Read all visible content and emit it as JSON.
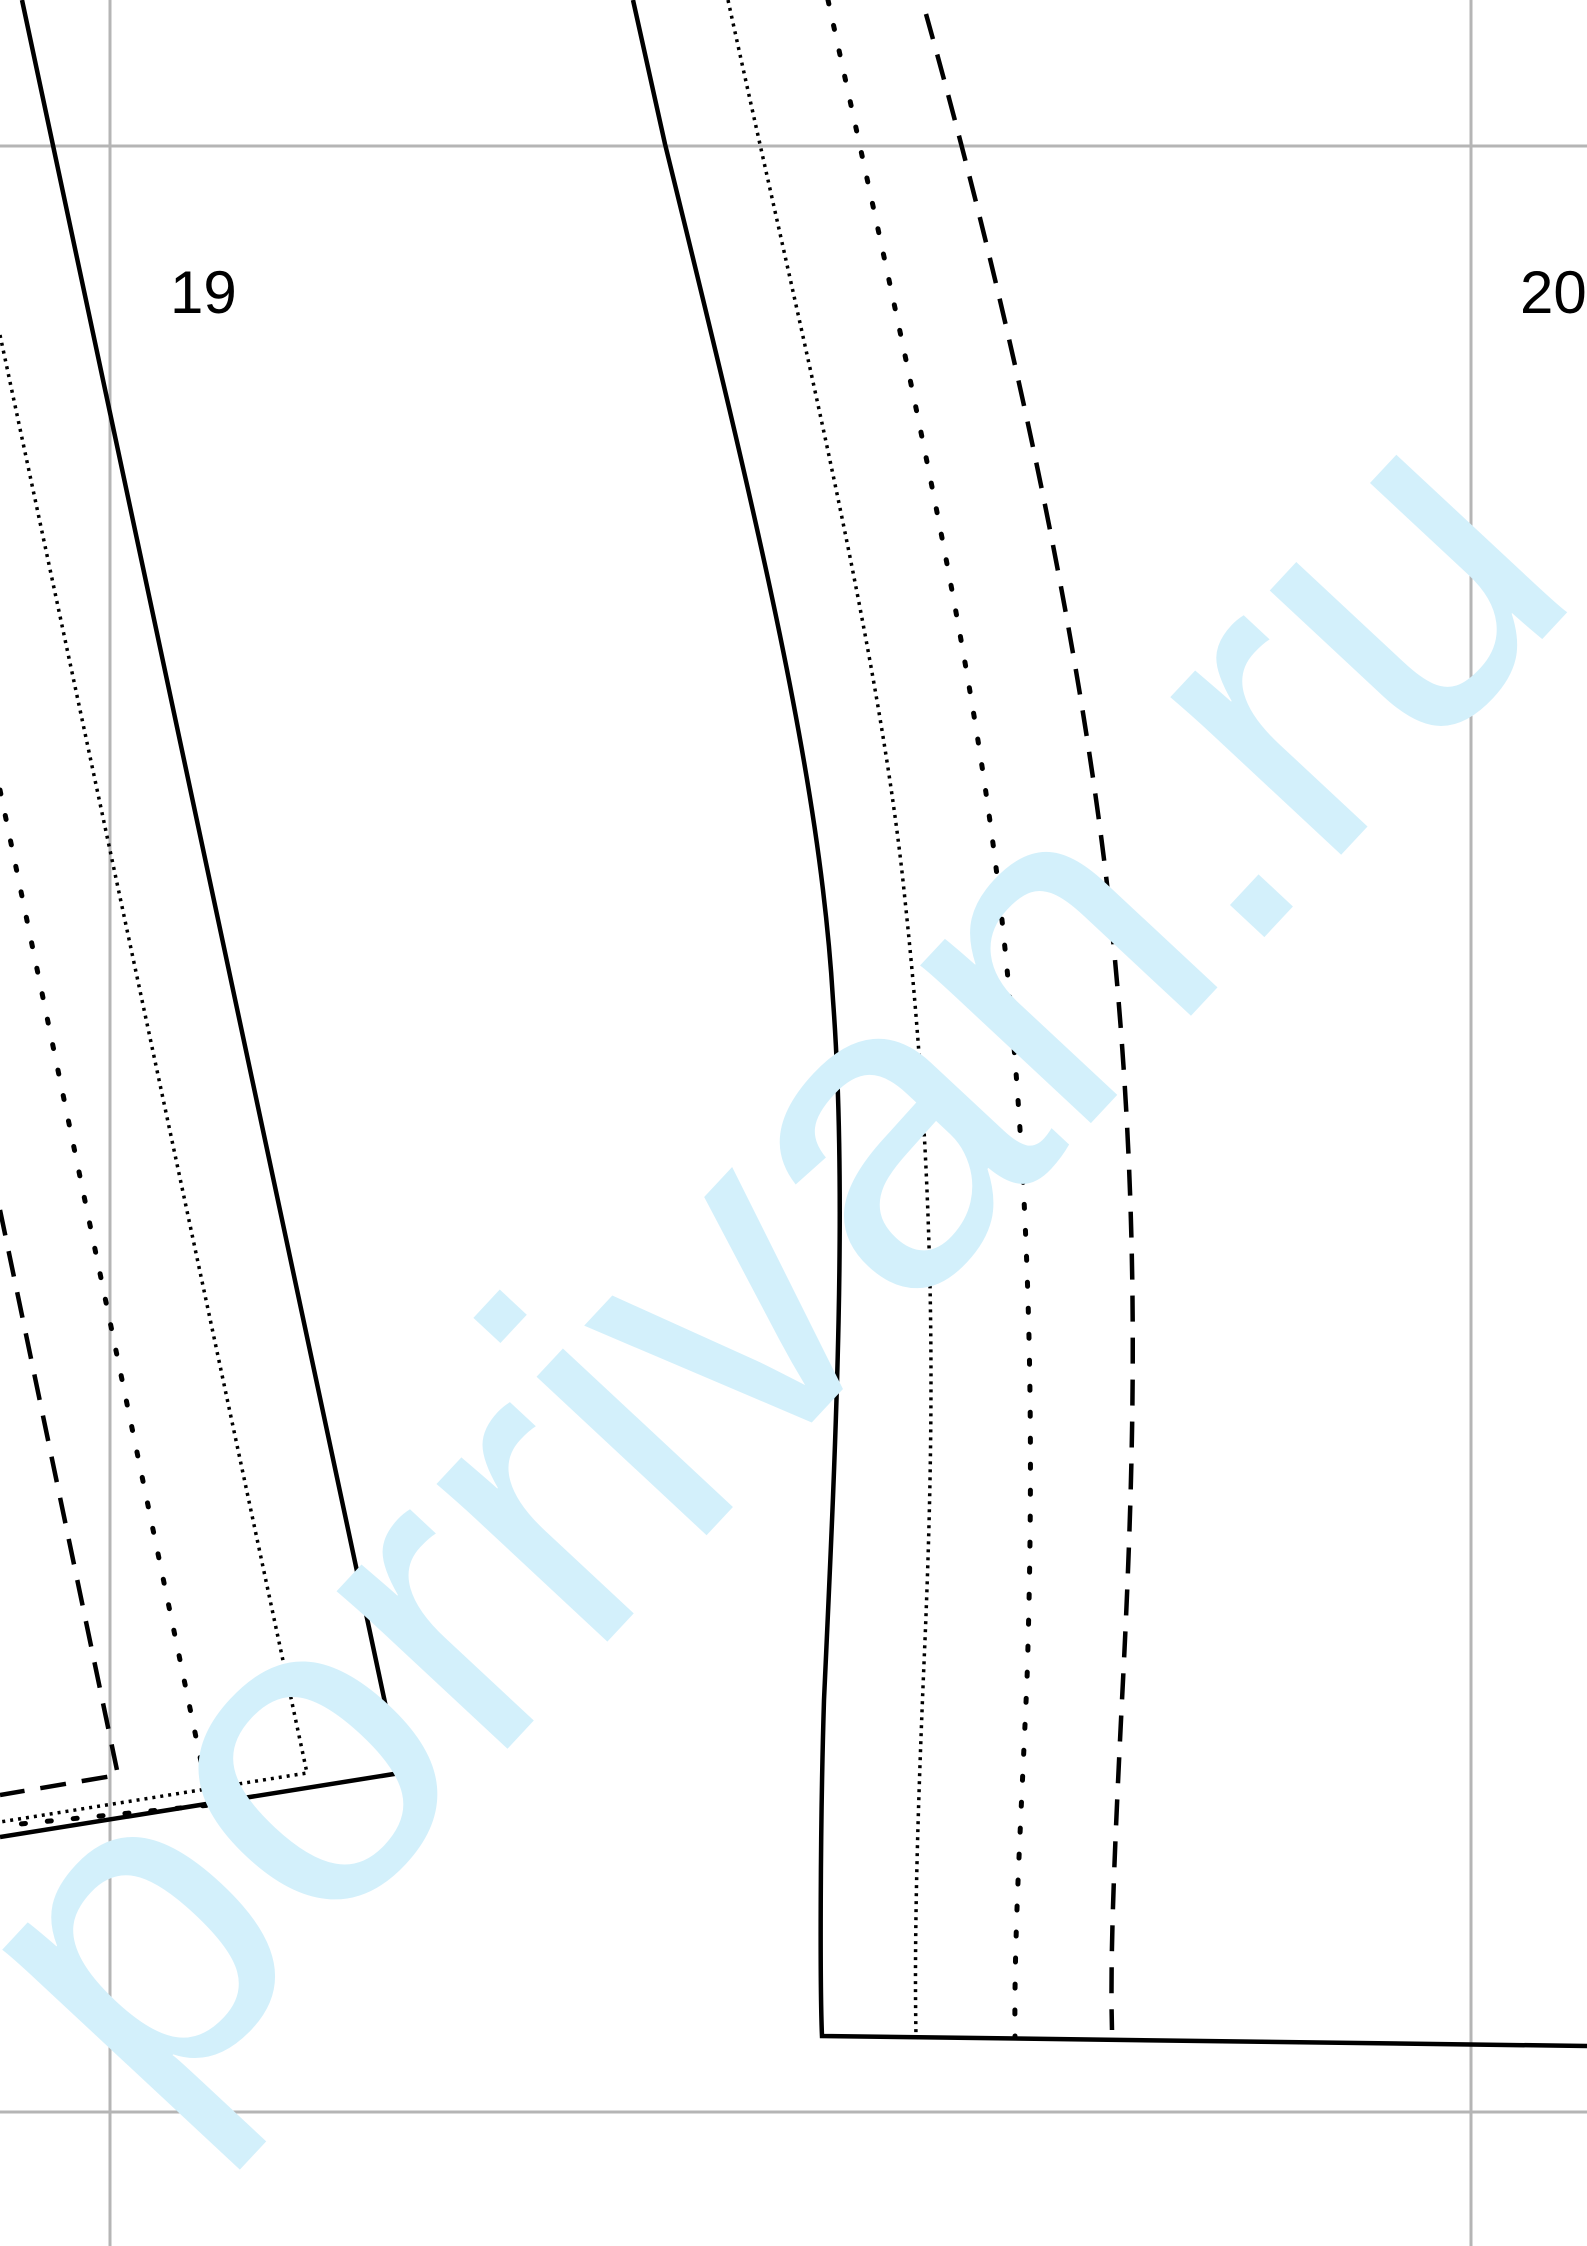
{
  "sheet": {
    "page_labels": [
      "19",
      "20"
    ],
    "watermark": "porrivan.ru"
  },
  "colors": {
    "background": "#ffffff",
    "grid": "#b5b5b5",
    "pattern_lines": "#000000",
    "watermark": "#d3f0fb"
  }
}
